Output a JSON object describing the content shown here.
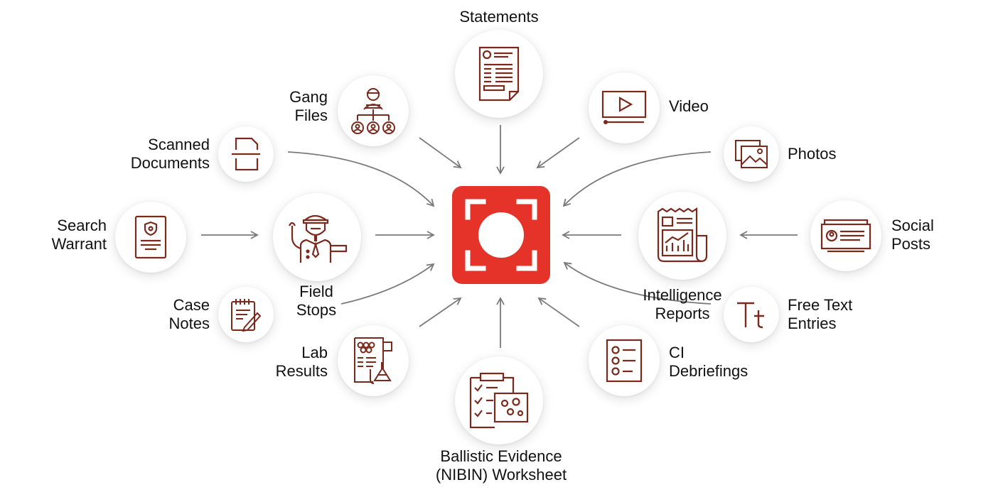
{
  "colors": {
    "hub": "#e63329",
    "icon": "#7a2a1d",
    "arrow": "#7a7a7a"
  },
  "hub": {
    "icon": "focus-capture-icon"
  },
  "nodes": [
    {
      "id": "statements",
      "label": "Statements",
      "icon": "document-icon"
    },
    {
      "id": "gang-files",
      "label": "Gang\nFiles",
      "icon": "gang-hierarchy-icon"
    },
    {
      "id": "video",
      "label": "Video",
      "icon": "video-player-icon"
    },
    {
      "id": "scanned-documents",
      "label": "Scanned\nDocuments",
      "icon": "scan-document-icon"
    },
    {
      "id": "photos",
      "label": "Photos",
      "icon": "photos-icon"
    },
    {
      "id": "search-warrant",
      "label": "Search\nWarrant",
      "icon": "warrant-badge-icon"
    },
    {
      "id": "field-stops",
      "label": "Field\nStops",
      "icon": "police-officer-icon"
    },
    {
      "id": "intelligence-reports",
      "label": "Intelligence\nReports",
      "icon": "newspaper-chart-icon"
    },
    {
      "id": "social-posts",
      "label": "Social\nPosts",
      "icon": "social-post-icon"
    },
    {
      "id": "case-notes",
      "label": "Case\nNotes",
      "icon": "notepad-pencil-icon"
    },
    {
      "id": "free-text-entries",
      "label": "Free Text\nEntries",
      "icon": "text-format-icon"
    },
    {
      "id": "lab-results",
      "label": "Lab\nResults",
      "icon": "lab-flask-icon"
    },
    {
      "id": "ci-debriefings",
      "label": "CI\nDebriefings",
      "icon": "checklist-icon"
    },
    {
      "id": "ballistic-evidence",
      "label": "Ballistic Evidence\n(NIBIN) Worksheet",
      "icon": "clipboard-evidence-icon"
    }
  ]
}
